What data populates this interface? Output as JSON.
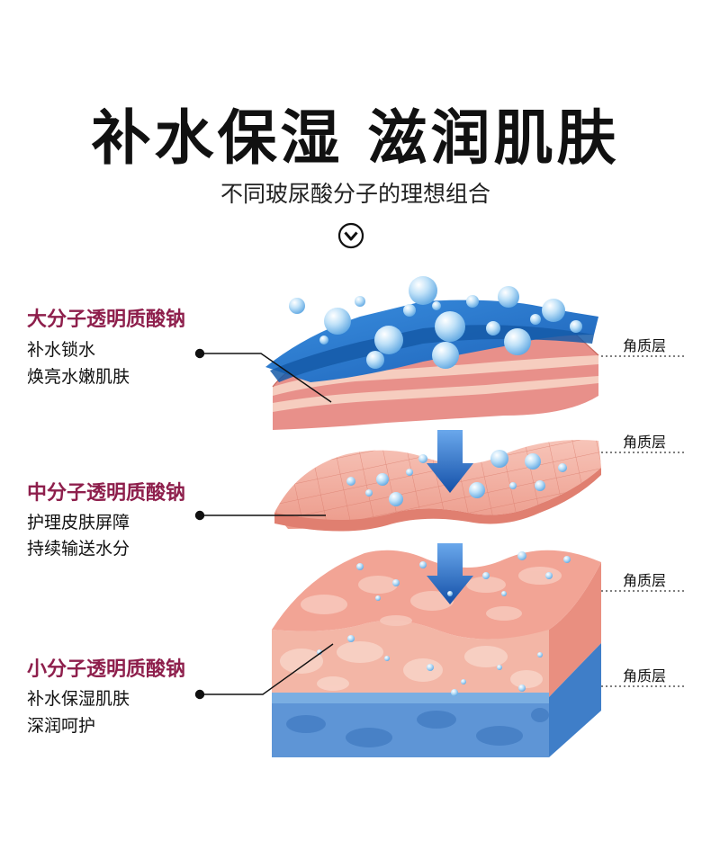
{
  "title": "补水保湿 滋润肌肤",
  "subtitle": "不同玻尿酸分子的理想组合",
  "icons": {
    "down": "chevron-circle-down-icon"
  },
  "colors": {
    "accent": "#8e1f4c",
    "water": "#1f6fc6",
    "skin": "#f2a99a"
  },
  "labels": [
    {
      "title": "大分子透明质酸钠",
      "lines": [
        "补水锁水",
        "焕亮水嫩肌肤"
      ]
    },
    {
      "title": "中分子透明质酸钠",
      "lines": [
        "护理皮肤屏障",
        "持续输送水分"
      ]
    },
    {
      "title": "小分子透明质酸钠",
      "lines": [
        "补水保湿肌肤",
        "深润呵护"
      ]
    }
  ],
  "layer_names": [
    "角质层",
    "角质层",
    "角质层",
    "角质层"
  ]
}
